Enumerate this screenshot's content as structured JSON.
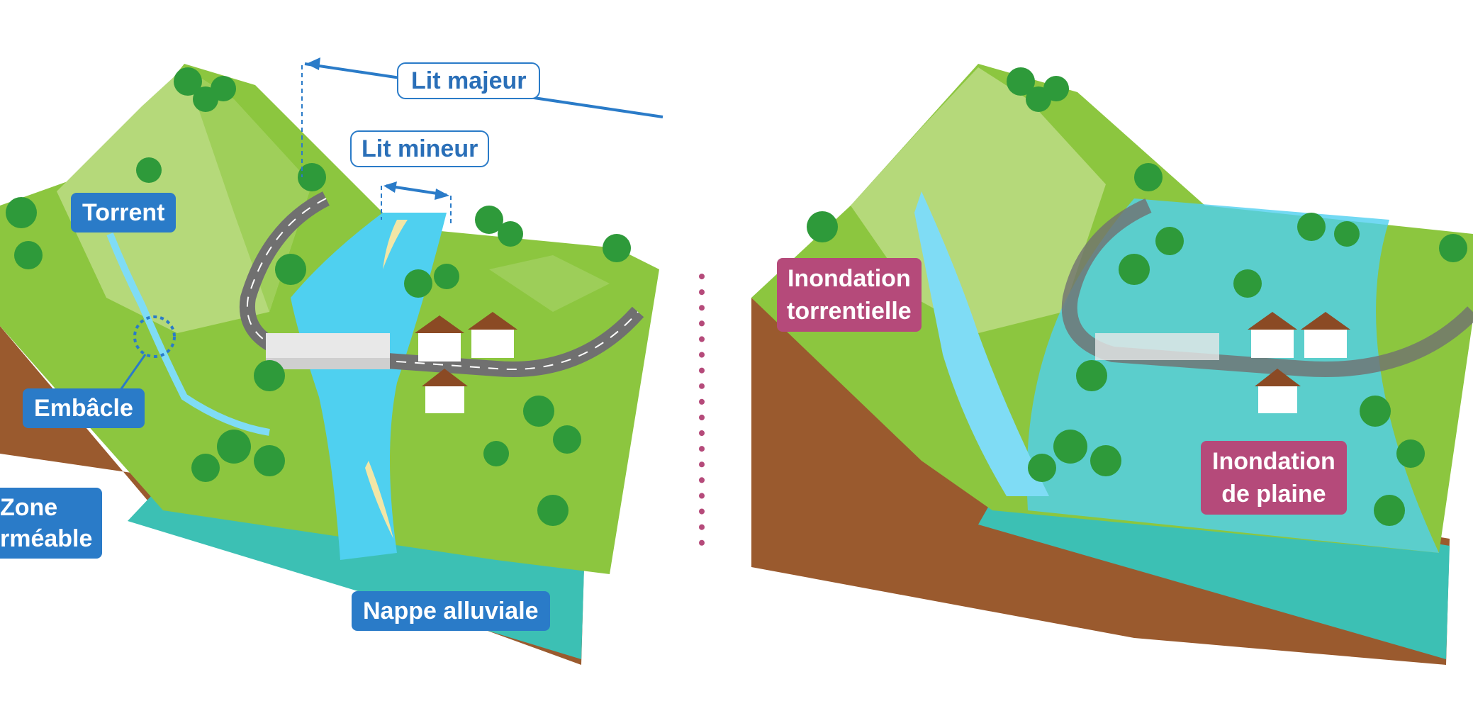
{
  "left_panel": {
    "lit_majeur": "Lit majeur",
    "lit_mineur": "Lit mineur",
    "torrent": "Torrent",
    "embacle": "Embâcle",
    "zone_line1": "Zone",
    "zone_line2": "rméable",
    "nappe": "Nappe alluviale"
  },
  "right_panel": {
    "inondation_torrentielle_line1": "Inondation",
    "inondation_torrentielle_line2": "torrentielle",
    "inondation_plaine_line1": "Inondation",
    "inondation_plaine_line2": "de plaine"
  },
  "colors": {
    "label_blue": "#2a7bc8",
    "label_pink": "#b54a7a",
    "grass": "#8cc63f",
    "grass_light": "#b5d97a",
    "soil": "#9a5a2e",
    "water": "#4fd0f0",
    "groundwater": "#3cc0b4",
    "road": "#707070"
  }
}
